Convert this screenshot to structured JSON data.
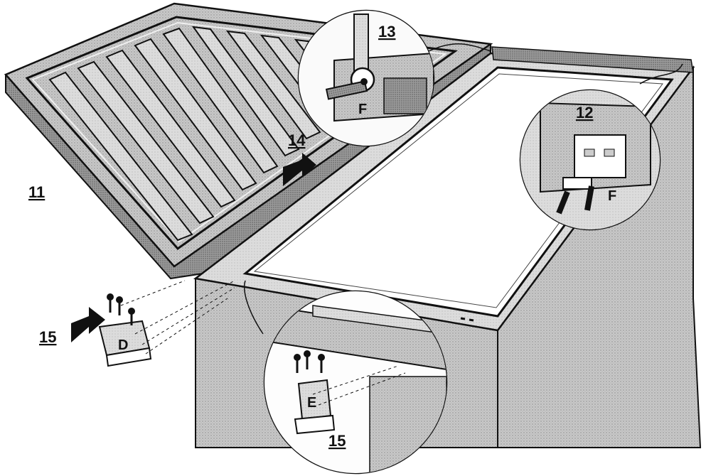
{
  "diagram": {
    "step_labels": {
      "lid": "11",
      "hinge_detail_right": "12",
      "hinge_detail_top": "13",
      "arrow_lid_move": "14",
      "arrow_hinge_left": "15",
      "hinge_detail_bottom": "15"
    },
    "part_labels": {
      "hinge_left": "D",
      "hinge_bottom": "E",
      "pin_top": "F",
      "pin_right": "F"
    },
    "colors": {
      "ink": "#111111",
      "cabinet_side": "#c9c9c9",
      "cabinet_front": "#b8b8b8",
      "lid_surface": "#bdbdbd",
      "lid_grooves": "#e6e6e6",
      "interior": "#ffffff",
      "detail_bg": "#cfcfcf"
    }
  }
}
